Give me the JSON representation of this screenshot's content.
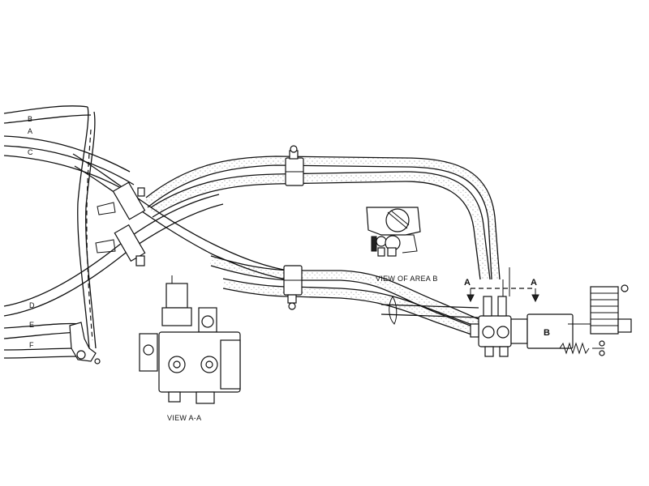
{
  "figure": {
    "line_labels": [
      "B",
      "A",
      "C",
      "D",
      "E",
      "F"
    ],
    "captions": {
      "view_area_b": "VIEW OF AREA B",
      "view_a_a": "VIEW A-A"
    },
    "section_marks": {
      "left": "A",
      "right": "A",
      "area": "B"
    }
  }
}
